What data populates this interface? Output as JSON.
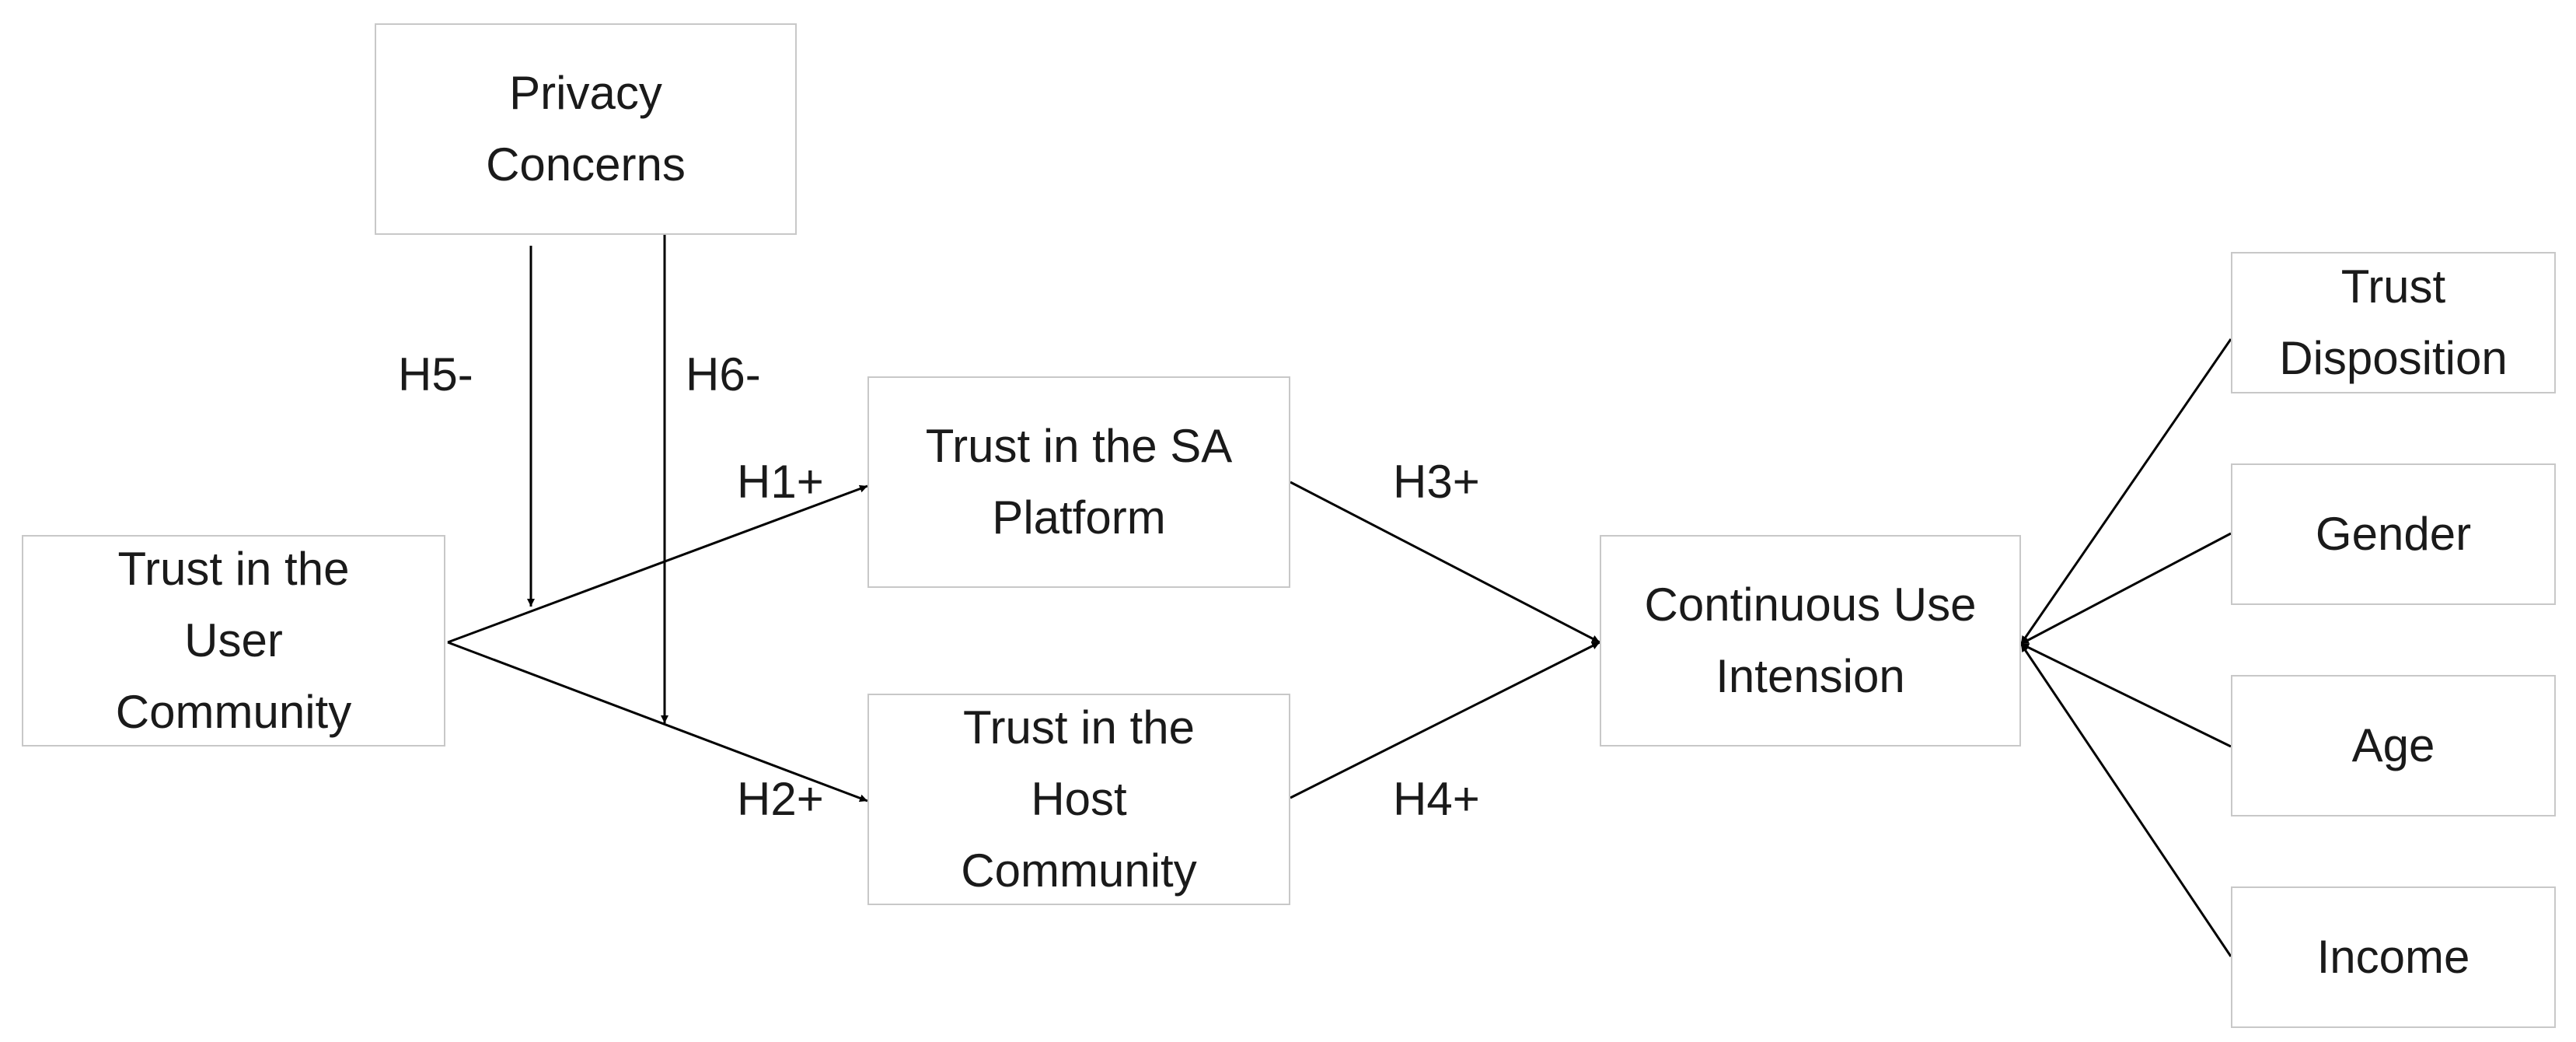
{
  "nodes": {
    "privacy": "Privacy\nConcerns",
    "user_community": "Trust in the\nUser\nCommunity",
    "sa_platform": "Trust in the SA\nPlatform",
    "host_community": "Trust in the\nHost\nCommunity",
    "continuous_use": "Continuous Use\nIntension",
    "trust_disposition": "Trust\nDisposition",
    "gender": "Gender",
    "age": "Age",
    "income": "Income"
  },
  "hypotheses": {
    "h1": "H1+",
    "h2": "H2+",
    "h3": "H3+",
    "h4": "H4+",
    "h5": "H5-",
    "h6": "H6-"
  },
  "colors": {
    "line": "#000000",
    "border": "#c8c8c8",
    "text": "#1a1a1a"
  }
}
